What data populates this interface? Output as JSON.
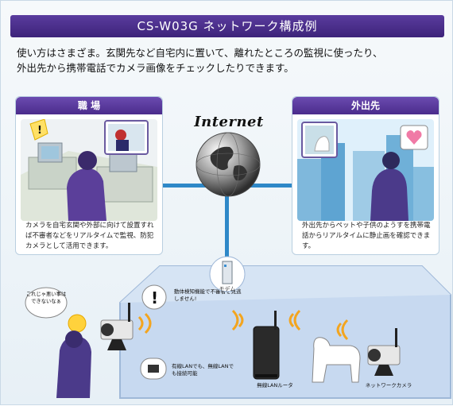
{
  "title": "CS-W03G ネットワーク構成例",
  "intro": [
    "使い方はさまざま。玄関先など自宅内に置いて、離れたところの監視に使ったり、",
    "外出先から携帯電話でカメラ画像をチェックしたりできます。"
  ],
  "left_panel": {
    "heading": "職 場",
    "caption": "カメラを自宅玄関や外部に向けて設置すれば不審者などをリアルタイムで監視、防犯カメラとして活用できます。"
  },
  "right_panel": {
    "heading": "外出先",
    "caption": "外出先からペットや子供のようすを携帯電話からリアルタイムに静止画を確認できます。"
  },
  "internet_label": "Internet",
  "modem_label": "モデム",
  "alert_text": "動体検知機能で不審者を見逃しません!",
  "person_text": "これじゃ悪い事はできないなぁ",
  "lan_text": "有線LANでも、無線LANでも接続可能",
  "router_label": "無線LANルータ",
  "camera_label": "ネットワークカメラ",
  "colors": {
    "title_bg": "#4b2c8c",
    "line": "#2e88c8",
    "house": "#c7d9f0"
  }
}
